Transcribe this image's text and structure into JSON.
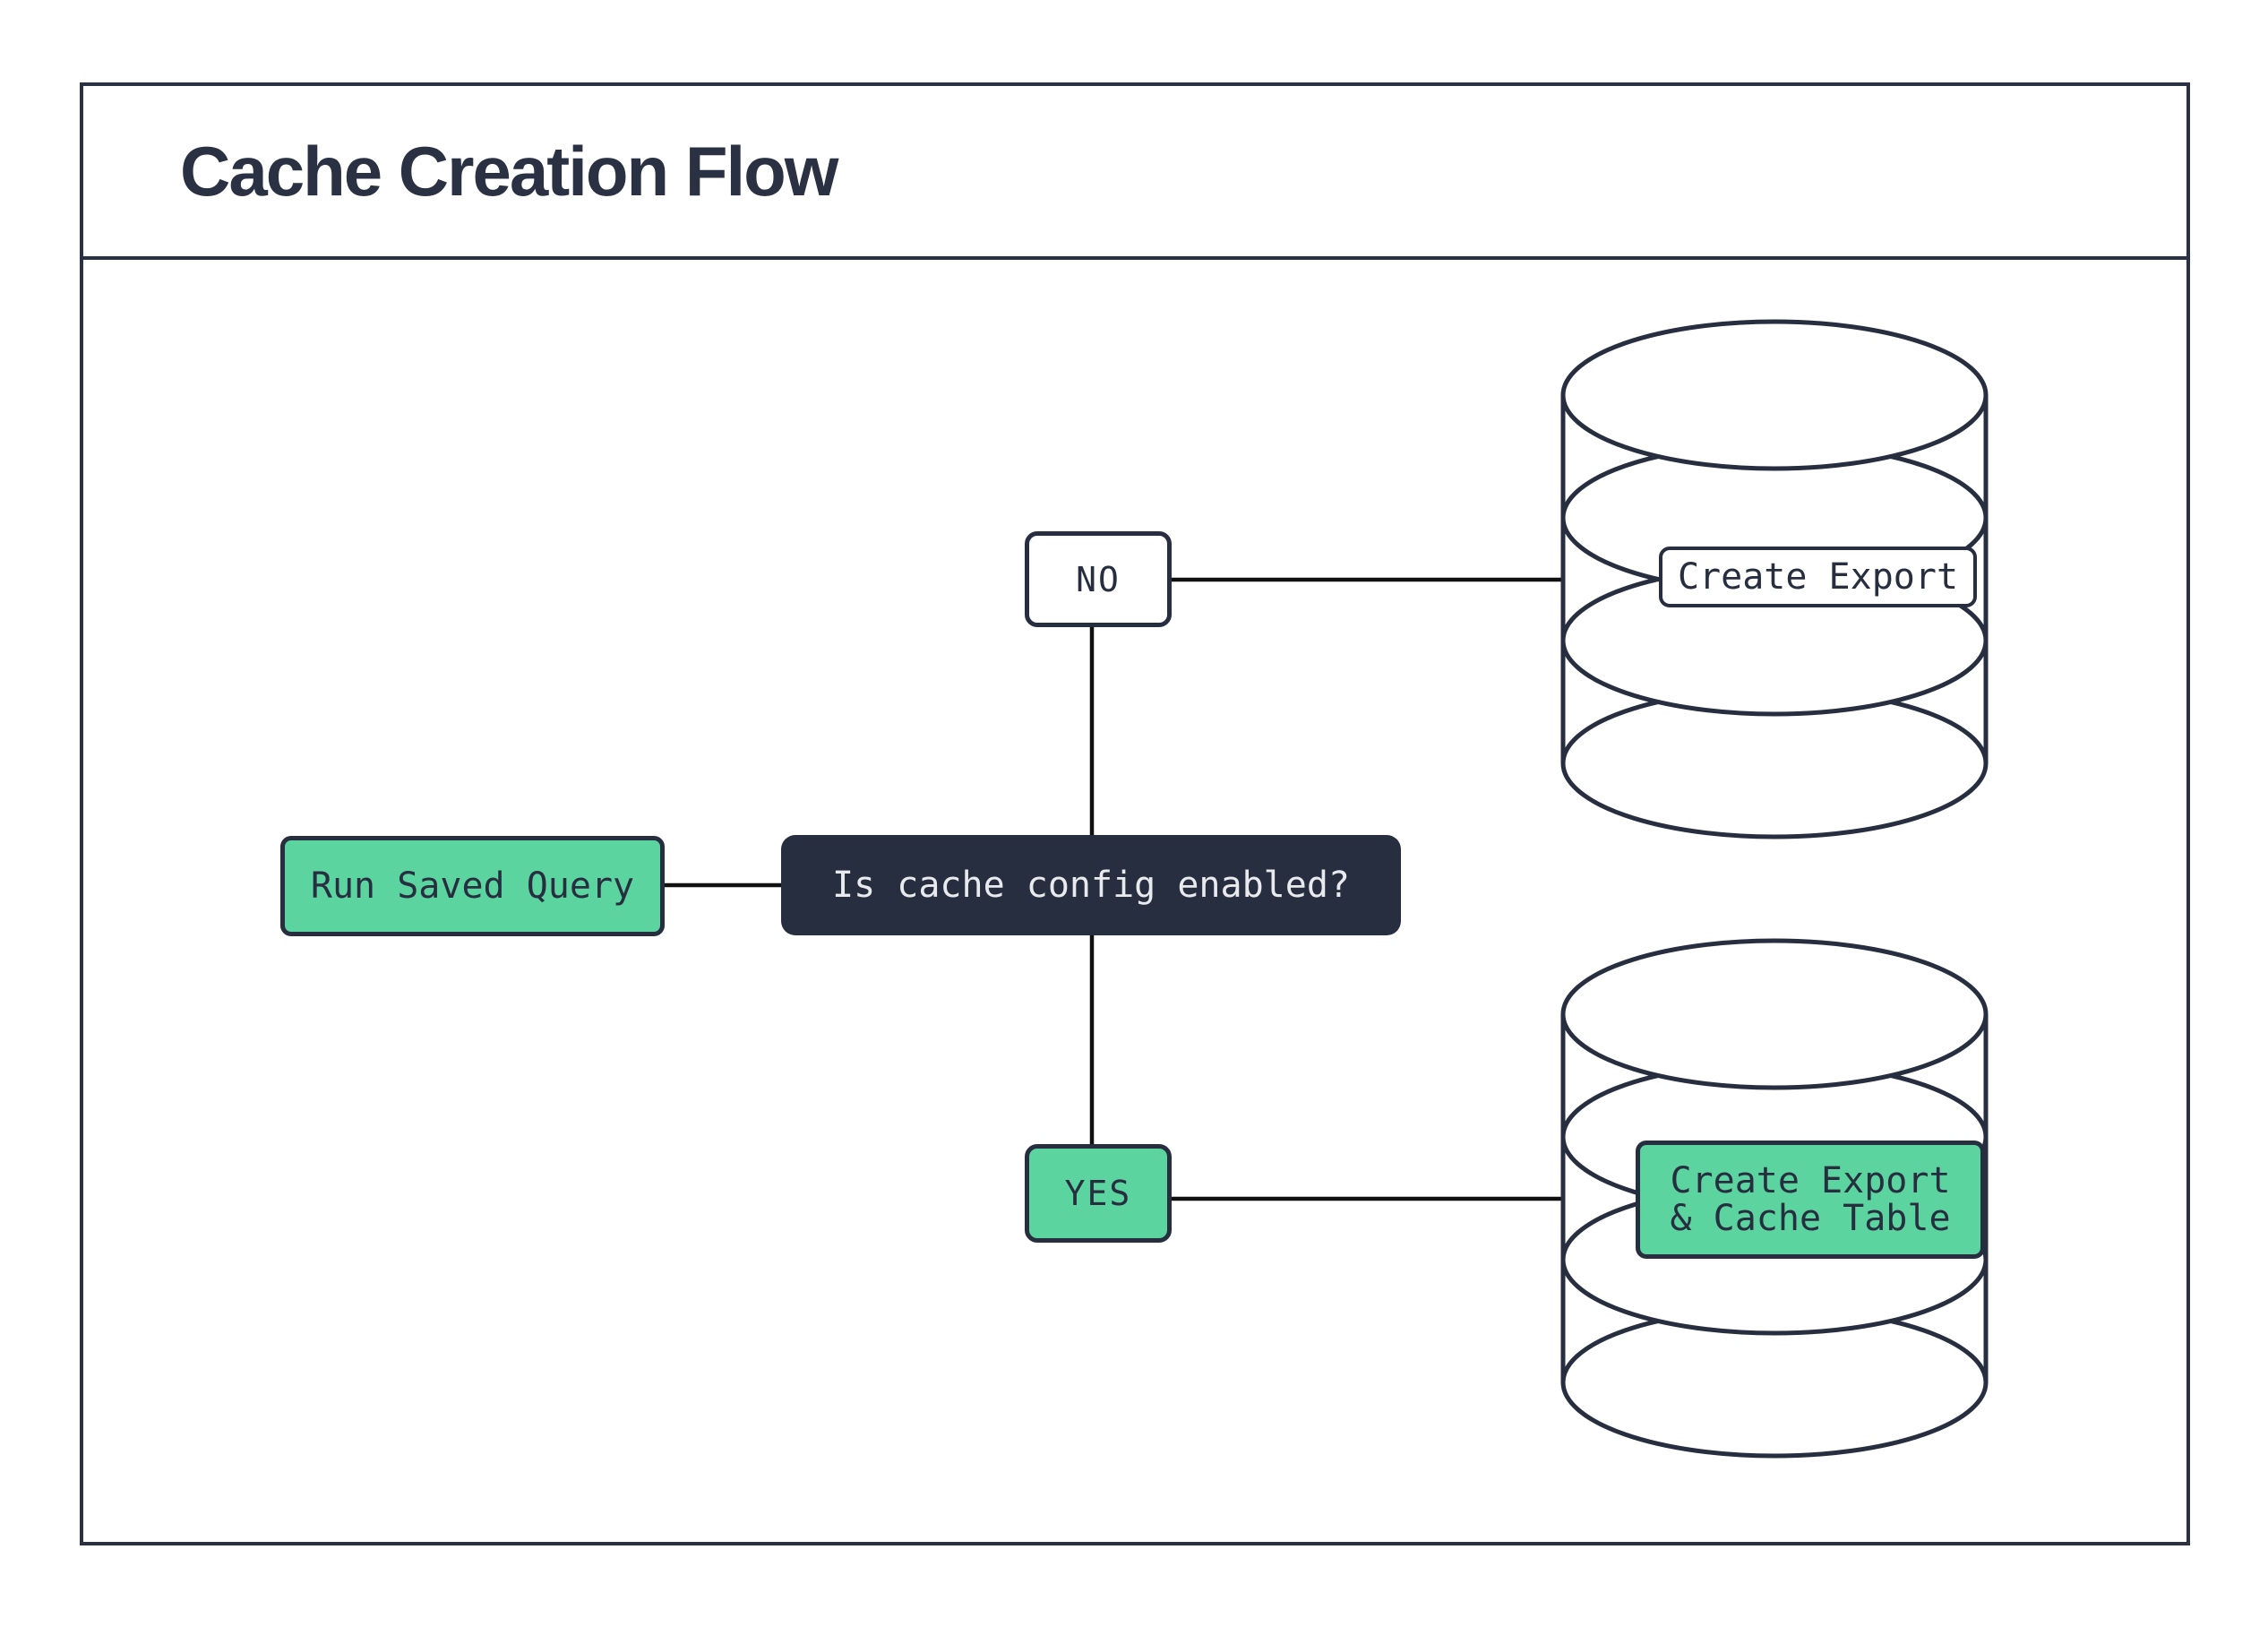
{
  "title": "Cache Creation Flow",
  "flow": {
    "start": {
      "label": "Run Saved Query"
    },
    "decision": {
      "label": "Is cache config enabled?"
    },
    "branch_no": {
      "label": "NO"
    },
    "branch_yes": {
      "label": "YES"
    },
    "no_result": {
      "label": "Create Export"
    },
    "yes_result": {
      "line1": "Create Export",
      "line2": "& Cache Table"
    }
  },
  "colors": {
    "accent_green": "#5cd4a0",
    "dark_navy": "#272e3f",
    "frame_border": "#2a3142",
    "connector_line": "#101010",
    "light_text": "#e8eaed",
    "background": "#ffffff"
  },
  "icons": [
    {
      "name": "database-icon-top",
      "meaning": "database cylinder for export-only path"
    },
    {
      "name": "database-icon-bottom",
      "meaning": "database cylinder for export + cache table path"
    }
  ]
}
